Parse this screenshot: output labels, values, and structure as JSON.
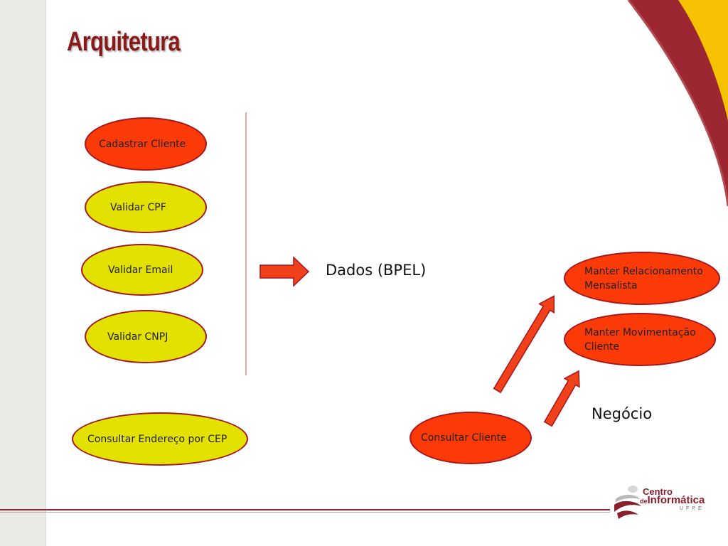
{
  "slide": {
    "title": "Arquitetura"
  },
  "colors": {
    "accent_dark": "#8a1f2c",
    "node_red": "#fb3a07",
    "node_yellow": "#e3e100",
    "node_border": "#a2161f",
    "arrow_fill": "#f0411a",
    "swoosh_yellow": "#f6c200"
  },
  "nodes": {
    "cadastrar_cliente": "Cadastrar Cliente",
    "validar_cpf": "Validar CPF",
    "validar_email": "Validar Email",
    "validar_cnpj": "Validar CNPJ",
    "consultar_endereco": "Consultar Endereço por CEP",
    "manter_relacionamento_line1": "Manter Relacionamento",
    "manter_relacionamento_line2": "Mensalista",
    "manter_movimentacao_line1": "Manter Movimentação",
    "manter_movimentacao_line2": "Cliente",
    "consultar_cliente": "Consultar Cliente"
  },
  "labels": {
    "dados": "Dados (BPEL)",
    "negocio": "Negócio"
  },
  "logo": {
    "line1": "Centro",
    "line2_prefix": "de",
    "line2": "Informática",
    "line3": "UFPE"
  }
}
